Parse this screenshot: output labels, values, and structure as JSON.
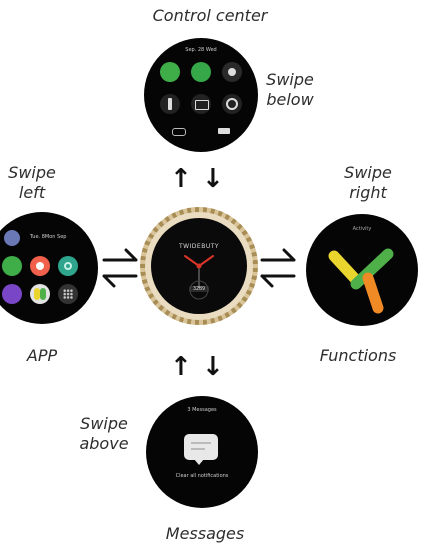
{
  "labels": {
    "control_center": "Control center",
    "swipe_below_1": "Swipe",
    "swipe_below_2": "below",
    "swipe_left_1": "Swipe",
    "swipe_left_2": "left",
    "swipe_right_1": "Swipe",
    "swipe_right_2": "right",
    "app": "APP",
    "functions": "Functions",
    "swipe_above_1": "Swipe",
    "swipe_above_2": "above",
    "messages": "Messages"
  },
  "control_center_screen": {
    "date": "Sep. 28 Wed",
    "icons": [
      "phone-icon",
      "music-icon",
      "brightness-icon",
      "flashlight-icon",
      "card-icon",
      "settings-icon"
    ],
    "bottom_icons": [
      "link-icon",
      "battery-icon"
    ]
  },
  "app_screen": {
    "header": "Tue. 8Mon Sep",
    "icons": [
      "phone-app-icon",
      "sports-app-icon",
      "weather-app-icon",
      "health-app-icon",
      "fitness-app-icon",
      "grid-app-icon"
    ]
  },
  "watch_face": {
    "brand": "TWIDEBUTY",
    "counter": "3289"
  },
  "functions_screen": {
    "header": "Activity"
  },
  "messages_screen": {
    "top_text": "3 Messages",
    "bottom_text": "Clear all notifications"
  },
  "arrows": {
    "up": "↑",
    "down": "↓",
    "right": "⇀",
    "left": "↽"
  },
  "colors": {
    "watch_bezel": "#d9c49a",
    "activity_yellow": "#e9d52e",
    "activity_orange": "#f08a24",
    "activity_green": "#4fb04a",
    "accent_red": "#d8352a"
  }
}
